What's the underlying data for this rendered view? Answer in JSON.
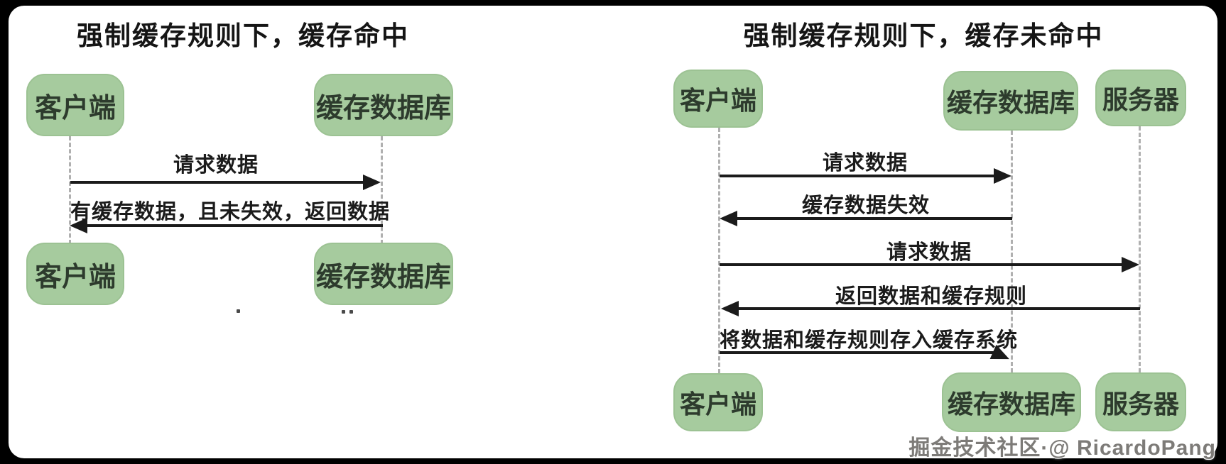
{
  "colors": {
    "frame": "#000000",
    "canvas": "#ffffff",
    "node_fill": "#a6cb9e",
    "node_text": "#2d3b2d",
    "arrow": "#1b1b1b",
    "lifeline": "#b0b0b0",
    "watermark_text": "#7d7b78"
  },
  "left_diagram": {
    "title": "强制缓存规则下，缓存命中",
    "actors_top": [
      {
        "label": "客户端"
      },
      {
        "label": "缓存数据库"
      }
    ],
    "actors_bottom": [
      {
        "label": "客户端"
      },
      {
        "label": "缓存数据库"
      }
    ],
    "messages": [
      {
        "label": "请求数据",
        "from": "客户端",
        "to": "缓存数据库",
        "direction": "right"
      },
      {
        "label": "有缓存数据，且未失效，返回数据",
        "from": "缓存数据库",
        "to": "客户端",
        "direction": "left"
      }
    ]
  },
  "right_diagram": {
    "title": "强制缓存规则下，缓存未命中",
    "actors_top": [
      {
        "label": "客户端"
      },
      {
        "label": "缓存数据库"
      },
      {
        "label": "服务器"
      }
    ],
    "actors_bottom": [
      {
        "label": "客户端"
      },
      {
        "label": "缓存数据库"
      },
      {
        "label": "服务器"
      }
    ],
    "messages": [
      {
        "label": "请求数据",
        "from": "客户端",
        "to": "缓存数据库",
        "direction": "right"
      },
      {
        "label": "缓存数据失效",
        "from": "缓存数据库",
        "to": "客户端",
        "direction": "left"
      },
      {
        "label": "请求数据",
        "from": "客户端",
        "to": "服务器",
        "direction": "right"
      },
      {
        "label": "返回数据和缓存规则",
        "from": "服务器",
        "to": "客户端",
        "direction": "left"
      },
      {
        "label": "将数据和缓存规则存入缓存系统",
        "from": "客户端",
        "to": "缓存数据库",
        "direction": "right"
      }
    ]
  },
  "watermark": "掘金技术社区·@ RicardoPang"
}
